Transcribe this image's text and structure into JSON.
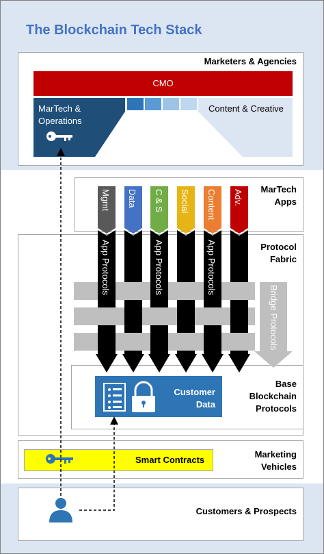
{
  "title": "The Blockchain Tech Stack",
  "layers": {
    "marketers": "Marketers & Agencies",
    "martech_apps": [
      "MarTech",
      "Apps"
    ],
    "protocol_fabric": [
      "Protocol",
      "Fabric"
    ],
    "base": [
      "Base",
      "Blockchain",
      "Protocols"
    ],
    "vehicles": [
      "Marketing",
      "Vehicles"
    ],
    "customers": "Customers & Prospects"
  },
  "org": {
    "cmo": "CMO",
    "martech_ops": [
      "MarTech &",
      "Operations"
    ],
    "content_creative": "Content & Creative"
  },
  "apps": [
    {
      "label": "Mgmt",
      "color": "#595959"
    },
    {
      "label": "Data",
      "color": "#4472C4"
    },
    {
      "label": "C & S",
      "color": "#70AD47"
    },
    {
      "label": "Social",
      "color": "#E7B416"
    },
    {
      "label": "Content",
      "color": "#ED7D31"
    },
    {
      "label": "Adv.",
      "color": "#C00000"
    }
  ],
  "app_protocols_label": "App Protocols",
  "bridge_protocols_label": "Bridge Protocols",
  "customer_data": [
    "Customer",
    "Data"
  ],
  "smart_contracts": "Smart Contracts",
  "colors": {
    "title": "#4472C4",
    "band": "#DCE6F2",
    "cmo_red": "#C00000",
    "martech_navy": "#1F4E79",
    "customer_blue": "#2E75B6",
    "smart_yellow": "#FFFF00",
    "bridge_grey": "#BFBFBF"
  }
}
